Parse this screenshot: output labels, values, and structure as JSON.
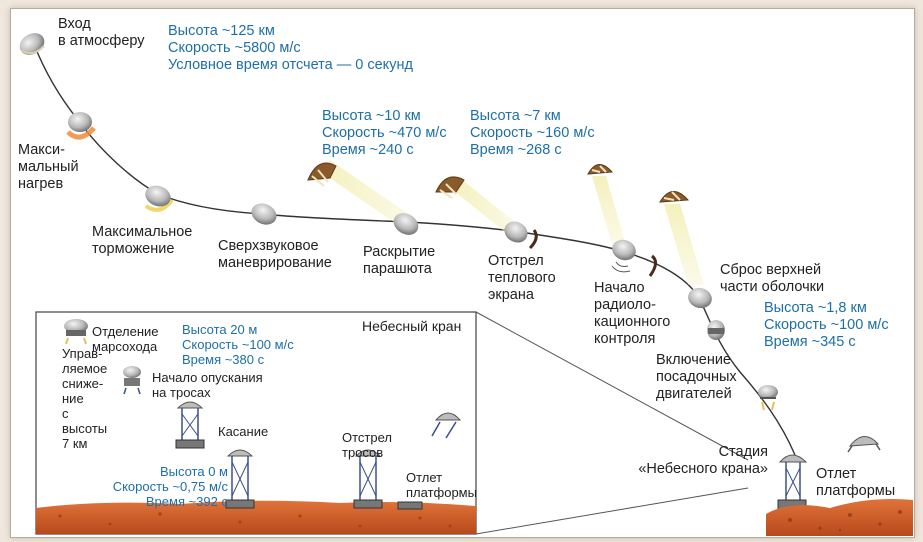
{
  "labels": {
    "entry": "Вход\nв атмосферу",
    "max_heating": "Макси-\nмальный\nнагрев",
    "max_braking": "Максимальное\nторможение",
    "supersonic": "Сверхзвуковое\nманеврирование",
    "parachute": "Раскрытие\nпарашюта",
    "heatshield": "Отстрел\nтеплового\nэкрана",
    "radar": "Начало\nрадиоло-\nкационного\nконтроля",
    "backshell": "Сброс верхней\nчасти оболочки",
    "engines": "Включение\nпосадочных\nдвигателей",
    "skycrane_stage": "Стадия\n«Небесного крана»",
    "flyaway": "Отлет\nплатформы"
  },
  "info": {
    "entry": "Высота ~125 км\nСкорость ~5800 м/с\nУсловное время отсчета — 0 секунд",
    "parachute": "Высота ~10 км\nСкорость ~470 м/с\nВремя ~240 с",
    "heatshield": "Высота ~7 км\nСкорость ~160 м/с\nВремя ~268 с",
    "backshell": "Высота ~1,8 км\nСкорость ~100 м/с\nВремя ~345 с"
  },
  "inset": {
    "title": "Небесный кран",
    "controlled_descent": "Управ-\nляемое\nсниже-\nние\nс\nвысоты\n7 км",
    "rover_separation": "Отделение\nмарсохода",
    "separation_info": "Высота 20 м\nСкорость ~100 м/с\nВремя ~380 с",
    "lowering": "Начало опускания\nна тросах",
    "touchdown": "Касание",
    "touchdown_info": "Высота 0 м\nСкорость ~0,75 м/с\nВремя ~392 с",
    "cable_cut": "Отстрел\nтросов",
    "flyaway": "Отлет\nплатформы"
  },
  "colors": {
    "info_text": "#1d6fa8",
    "ground": "#d9622a",
    "ground_dark": "#a83f17",
    "capsule": "#c9c9c9",
    "parachute": "#8a5a2b",
    "trajectory": "#333333"
  },
  "icons": [
    "capsule-icon",
    "parachute-icon",
    "heatshield-icon",
    "descent-stage-icon",
    "rover-icon",
    "sky-crane-icon"
  ]
}
